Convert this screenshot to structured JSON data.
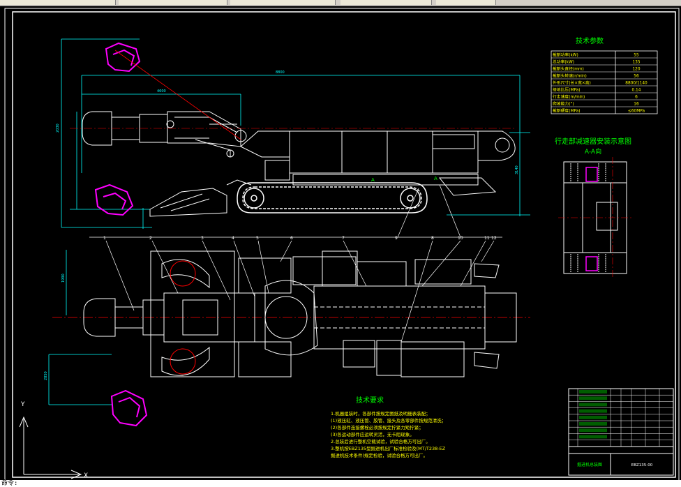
{
  "app": {
    "command_line": "命令:"
  },
  "drawing": {
    "title_block": {
      "tech_params_heading": "技术参数",
      "tech_params": [
        {
          "label": "截割功率(kW)",
          "value": "55"
        },
        {
          "label": "总功率(kW)",
          "value": "135"
        },
        {
          "label": "截割头直径(mm)",
          "value": "120"
        },
        {
          "label": "截割头转速(r/min)",
          "value": "56"
        },
        {
          "label": "外形尺寸(长×宽×高)",
          "value": "8800/1140"
        },
        {
          "label": "接地比压(MPa)",
          "value": "0.14"
        },
        {
          "label": "行走速度(m/min)",
          "value": "6"
        },
        {
          "label": "爬坡能力(°)",
          "value": "16"
        },
        {
          "label": "截割硬度(MPa)",
          "value": "≤60MPa"
        }
      ]
    },
    "section_view": {
      "title": "行走部减速器安装示意图",
      "subtitle": "A-A向"
    },
    "tech_requirements": {
      "heading": "技术要求",
      "lines": [
        "1.机器组装时，各部件按规定图纸及明细表装配；",
        "(1)液压缸、液压管、胶管、接头及各零部件按规范清洗；",
        "(2)各部件连接螺栓必须按规定拧紧力矩拧紧；",
        "(3)各运动部件应运转灵活，无卡阻现象。",
        "2.总装后进行整机空载试验，试验合格方可出厂。",
        "3.整机按EBZ135型掘进机出厂标准检验及(MT/T238-EZ",
        "掘进机技术条件)规定检验，试验合格方可出厂。"
      ]
    },
    "callouts": [
      "1",
      "2",
      "3",
      "4",
      "5",
      "6",
      "7",
      "8",
      "9",
      "10",
      "11",
      "12"
    ],
    "dimensions": {
      "overall_length": "8800",
      "cutting_reach": "4600",
      "height": "2030",
      "width": "3140",
      "left_height": "1990",
      "left_width": "2850"
    },
    "view_label": "A",
    "bom_block": {
      "drawing_name": "掘进机总装图",
      "drawing_number": "EBZ135-00"
    }
  },
  "colors": {
    "background": "#000000",
    "frame": "#ffffff",
    "machine": "#ffffff",
    "dimension": "#00ffff",
    "cutter": "#ff00ff",
    "centerline": "#ff0000",
    "text_green": "#00ff00",
    "text_yellow": "#ffff00",
    "leader": "#ffffff"
  }
}
